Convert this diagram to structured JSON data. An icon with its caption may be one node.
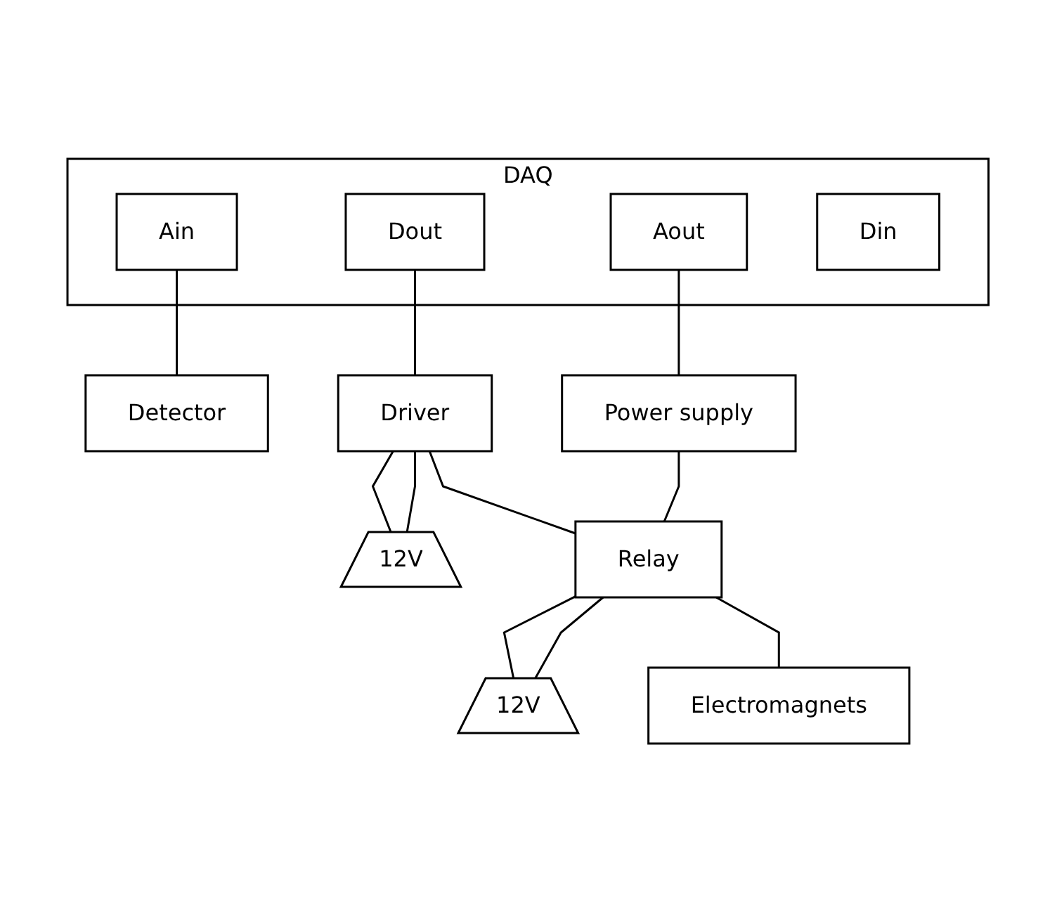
{
  "diagram": {
    "nodes": [
      {
        "text": [
          "DAQ"
        ]
      },
      {
        "text": [
          "Aout"
        ],
        "in": 0
      },
      {
        "text": [
          "Ain"
        ],
        "in": 0
      },
      {
        "text": [
          "Dout"
        ],
        "in": 0
      },
      {
        "text": [
          "Din"
        ],
        "in": 0
      },
      {
        "text": [
          "Detector"
        ]
      },
      {
        "text": [
          "Driver"
        ]
      },
      {
        "text": [
          "12V"
        ]
      },
      {
        "text": [
          "Power supply"
        ]
      },
      {
        "text": [
          "Relay"
        ]
      },
      {
        "text": [
          "12V"
        ]
      },
      {
        "text": [
          "Electromagnets"
        ]
      }
    ],
    "edges": [
      {
        "from": 1,
        "to": 8,
        "arrow": "none"
      },
      {
        "from": 2,
        "to": 5,
        "arrow": "none"
      },
      {
        "from": 3,
        "to": 6,
        "arrow": "none"
      },
      {
        "from": 6,
        "to": 7,
        "arrow": "none"
      },
      {
        "from": 6,
        "to": 7,
        "arrow": "none"
      },
      {
        "from": 6,
        "to": 9,
        "arrow": "none"
      },
      {
        "from": 8,
        "to": 9,
        "arrow": "none"
      },
      {
        "from": 9,
        "to": 10,
        "arrow": "none"
      },
      {
        "from": 9,
        "to": 10,
        "arrow": "none"
      },
      {
        "from": 9,
        "to": 11,
        "arrow": "none"
      }
    ]
  }
}
